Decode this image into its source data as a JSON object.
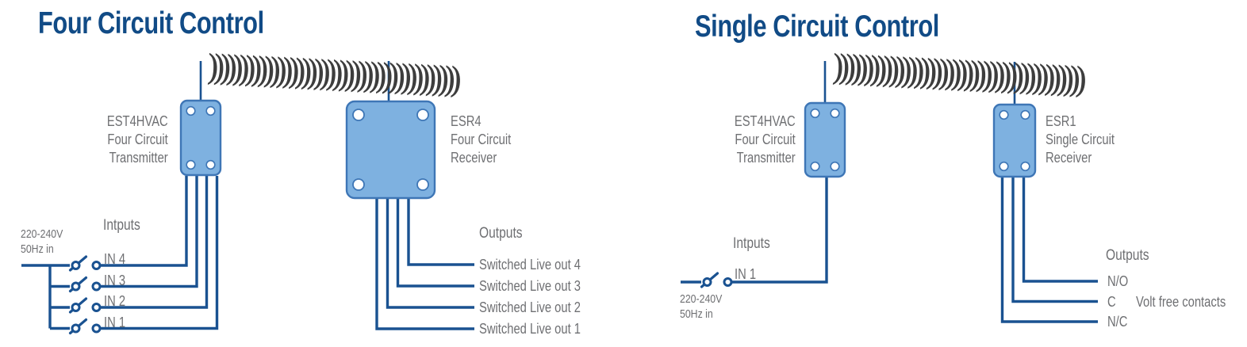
{
  "colors": {
    "title_blue": "#114b86",
    "wire_blue": "#1a5291",
    "box_fill": "#7eb1e0",
    "box_stroke": "#3e76b6",
    "label_gray": "#6e6f72",
    "waves_dark": "#3d3d3d"
  },
  "d1": {
    "title": "Four Circuit Control",
    "radio_waves": "))))))))))))))))))))))))))))))))))))))))",
    "transmitter_label": [
      "EST4HVAC",
      "Four Circuit",
      "Transmitter"
    ],
    "receiver_label": [
      "ESR4",
      "Four Circuit",
      "Receiver"
    ],
    "power_label": [
      "220-240V",
      "50Hz in"
    ],
    "inputs_header": "Intputs",
    "inputs": [
      "IN 4",
      "IN 3",
      "IN 2",
      "IN 1"
    ],
    "outputs_header": "Outputs",
    "outputs": [
      "Switched Live out 4",
      "Switched Live out 3",
      "Switched Live out 2",
      "Switched Live out 1"
    ]
  },
  "d2": {
    "title": "Single Circuit Control",
    "radio_waves": "))))))))))))))))))))))))))))))))))))))))",
    "transmitter_label": [
      "EST4HVAC",
      "Four Circuit",
      "Transmitter"
    ],
    "receiver_label": [
      "ESR1",
      "Single Circuit",
      "Receiver"
    ],
    "power_label": [
      "220-240V",
      "50Hz in"
    ],
    "inputs_header": "Intputs",
    "inputs": [
      "IN 1"
    ],
    "outputs_header": "Outputs",
    "outputs": [
      "N/O",
      "C",
      "N/C"
    ],
    "volt_free_note": "Volt free contacts"
  }
}
